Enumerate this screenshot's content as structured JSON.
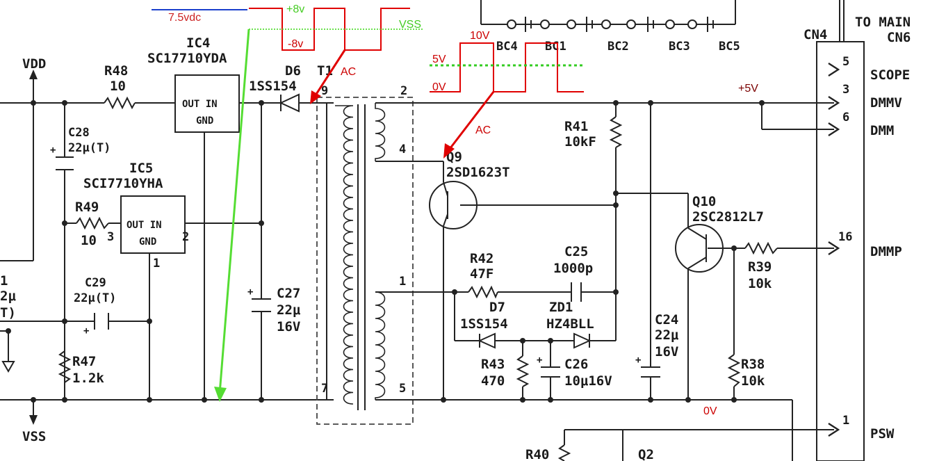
{
  "labels": {
    "vdd": "VDD",
    "vss": "VSS",
    "r48": "R48",
    "r48_val": "10",
    "ic4": "IC4",
    "ic4_part": "SC17710YDA",
    "ic4_pins": "OUT IN",
    "ic4_gnd": "GND",
    "c28": "C28",
    "c28_val": "22μ(T)",
    "ic5": "IC5",
    "ic5_part": "SCI7710YHA",
    "ic5_pins": "OUT IN",
    "ic5_gnd": "GND",
    "r49": "R49",
    "r49_val": "10",
    "pin3": "3",
    "pin2": "2",
    "pin1": "1",
    "c29": "C29",
    "c29_val": "22μ(T)",
    "r47": "R47",
    "r47_val": "1.2k",
    "partial_1": "1",
    "partial_2": "2μ",
    "partial_3": "T)",
    "d6": "D6",
    "d6_part": "1SS154",
    "t1": "T1",
    "c27": "C27",
    "c27_val": "22μ",
    "c27_volt": "16V",
    "t_pin9": "9",
    "t_pin2": "2",
    "t_pin4": "4",
    "t_pin1": "1",
    "t_pin7": "7",
    "t_pin5": "5",
    "q9": "Q9",
    "q9_part": "2SD1623T",
    "r41": "R41",
    "r41_val": "10kF",
    "q10": "Q10",
    "q10_part": "2SC2812L7",
    "r42": "R42",
    "r42_val": "47F",
    "c25": "C25",
    "c25_val": "1000p",
    "d7": "D7",
    "d7_part": "1SS154",
    "zd1": "ZD1",
    "zd1_part": "HZ4BLL",
    "r43": "R43",
    "r43_val": "470",
    "c26": "C26",
    "c26_val": "10μ16V",
    "c24": "C24",
    "c24_val": "22μ",
    "c24_volt": "16V",
    "r39": "R39",
    "r39_val": "10k",
    "r38": "R38",
    "r38_val": "10k",
    "r40": "R40",
    "q2": "Q2",
    "bc4": "BC4",
    "bc1": "BC1",
    "bc2": "BC2",
    "bc3": "BC3",
    "bc5": "BC5",
    "cn4": "CN4",
    "to_main": "TO MAIN",
    "cn6": "CN6",
    "pin5": "5",
    "scope": "SCOPE",
    "pin3b": "3",
    "dmmv": "DMMV",
    "pin6": "6",
    "dmm": "DMM",
    "pin16": "16",
    "dmmp": "DMMP",
    "pin1b": "1",
    "psw": "PSW"
  },
  "annotations": {
    "v75": "7.5vdc",
    "p8v": "+8v",
    "m8v": "-8v",
    "vss_lvl": "VSS",
    "ac1": "AC",
    "v10": "10V",
    "v5": "5V",
    "v0": "0V",
    "ac2": "AC",
    "p5v": "+5V",
    "ov": "0V"
  },
  "colors": {
    "wire": "#222222",
    "annotation_red": "#cc0000",
    "annotation_green": "#44cc22",
    "annotation_blue": "#1a3fcc",
    "annotation_dark_red": "#7a0000"
  }
}
